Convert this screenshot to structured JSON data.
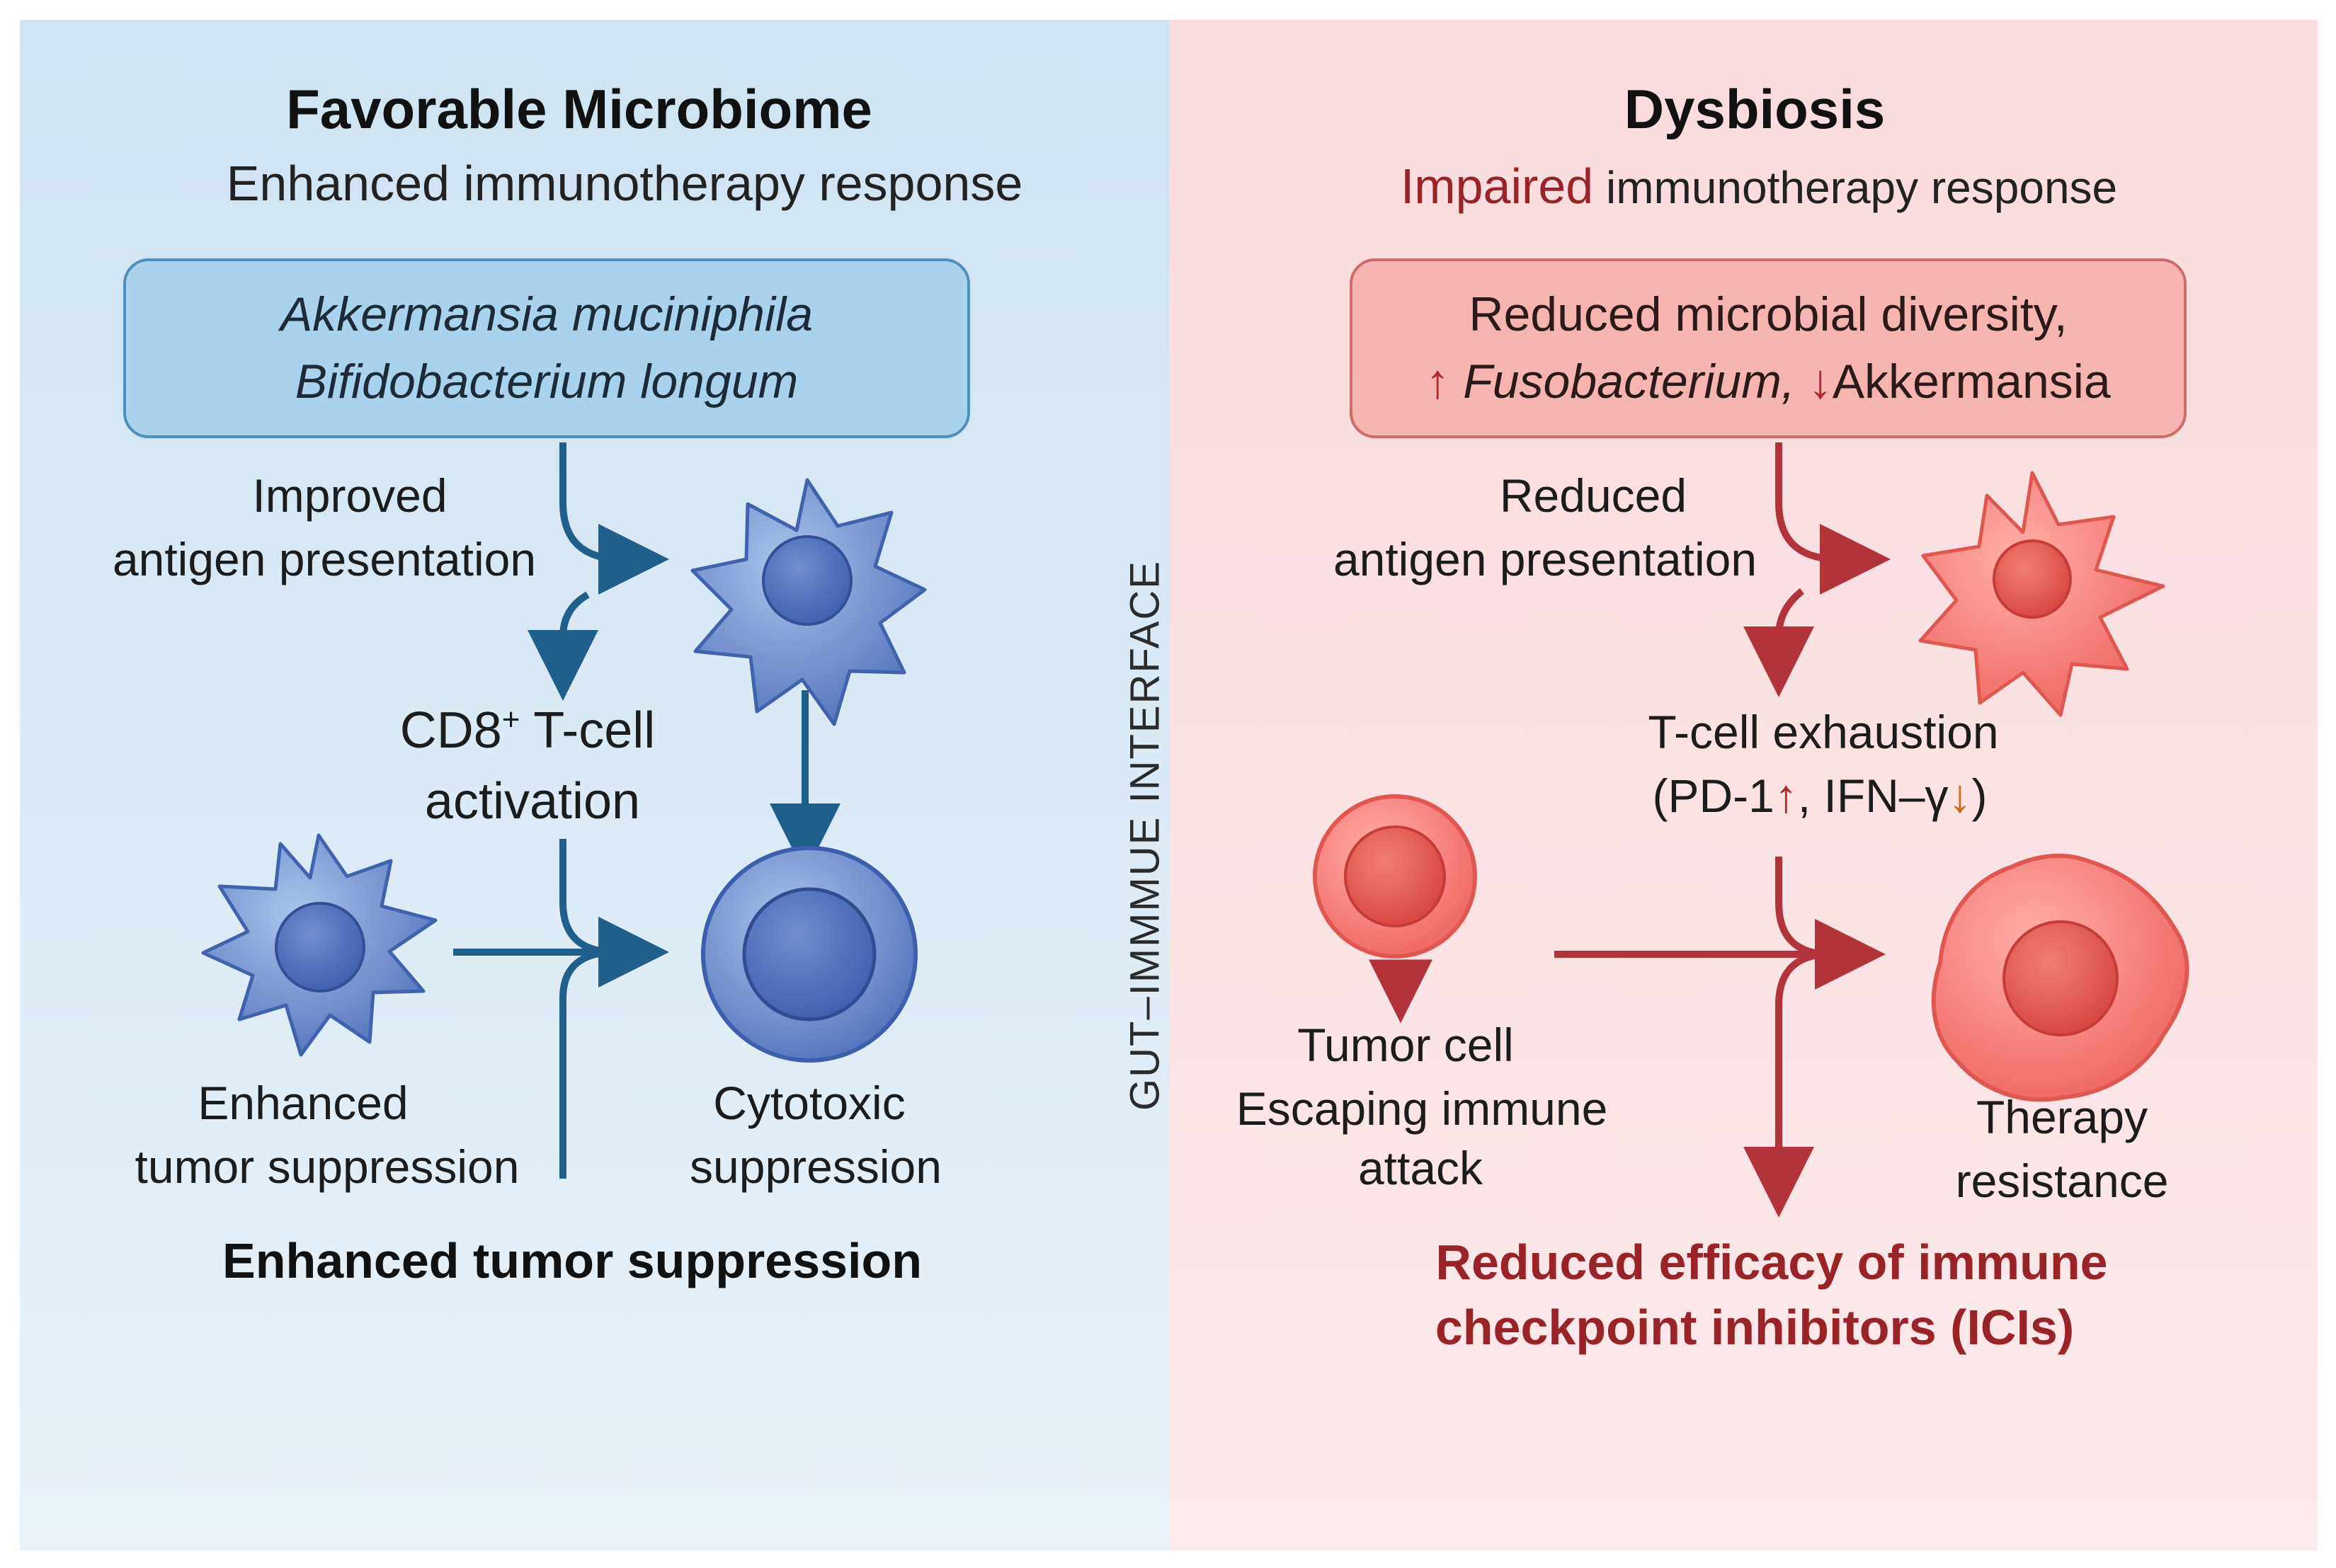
{
  "left": {
    "title": "Favorable Microbiome",
    "subtitle": "Enhanced immunotherapy response",
    "box_line1": "Akkermansia muciniphila",
    "box_line2": "Bifidobacterium longum",
    "antigen_line1": "Improved",
    "antigen_line2": "antigen presentation",
    "tcell_prefix": "CD8",
    "tcell_superscript": "+",
    "tcell_suffix": " T-cell",
    "tcell_line2": "activation",
    "enhanced_line1": "Enhanced",
    "enhanced_line2": "tumor suppression",
    "cytotoxic_line1": "Cytotoxic",
    "cytotoxic_line2": "suppression",
    "outcome": "Enhanced tumor suppression"
  },
  "right": {
    "title": "Dysbiosis",
    "subtitle_emphasis": "Impaired",
    "subtitle_rest": " immunotherapy response",
    "box_line1": "Reduced microbial diversity,",
    "up_arrow": "↑",
    "box_fuso": " Fusobacterium,",
    "down_arrow": "↓",
    "box_akk": "Akkermansia",
    "antigen_line1": "Reduced",
    "antigen_line2": "antigen presentation",
    "exhaustion_line1": "T-cell exhaustion",
    "exh_open": "(PD-1",
    "exh_up": "↑",
    "exh_mid": ", IFN–γ",
    "exh_down": "↓",
    "exh_close": ")",
    "tumor_line1": "Tumor cell",
    "tumor_line2": "Escaping immune",
    "tumor_line3": "attack",
    "resistance_line1": "Therapy",
    "resistance_line2": "resistance",
    "outcome_line1": "Reduced efficacy of immune",
    "outcome_line2": "checkpoint inhibitors (ICIs)"
  },
  "divider_label": "GUT–IMMMUE INTERFACE",
  "colors": {
    "blue_arrow": "#1f5f8b",
    "red_arrow": "#b3333a",
    "blue_cell": "#5b80c4",
    "red_cell": "#ef6d68"
  },
  "icons": {
    "left_dendritic": "dendritic-cell-icon",
    "left_tcell": "t-cell-icon",
    "left_cytotoxic": "cytotoxic-cell-icon",
    "right_dendritic": "dendritic-cell-icon",
    "right_tumor": "tumor-cell-icon",
    "right_resistant": "resistant-cell-icon"
  }
}
